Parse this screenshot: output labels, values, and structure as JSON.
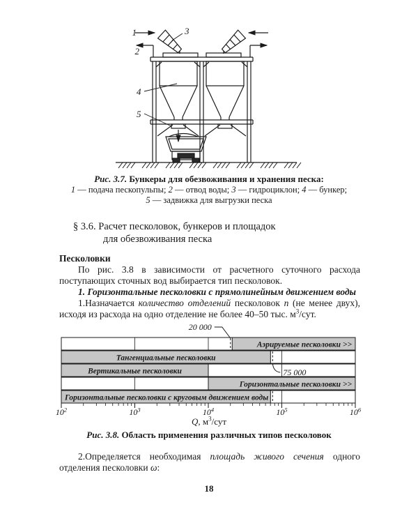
{
  "fig37": {
    "label_1": "1",
    "label_2": "2",
    "label_3": "3",
    "label_4": "4",
    "label_5": "5",
    "caption_ref": "Рис. 3.7.",
    "caption_title": " Бункеры для обезвоживания и хранения песка:",
    "legend1": [
      {
        "num": "1",
        "text": " — подача пескопульпы; "
      },
      {
        "num": "2",
        "text": " — отвод воды; "
      },
      {
        "num": "3",
        "text": " — гидроциклон; "
      },
      {
        "num": "4",
        "text": " — бункер;"
      }
    ],
    "legend2": [
      {
        "num": "5",
        "text": " — задвижка для выгрузки песка"
      }
    ]
  },
  "section": {
    "line1": "§ 3.6. Расчет песколовок, бункеров и площадок",
    "line2": "для обезвоживания песка"
  },
  "body": {
    "subheading": "Песколовки",
    "p1": "По рис. 3.8 в зависимости от расчетного суточного расхода поступающих сточных вод выбирается тип песколовок.",
    "h1_num": "1. ",
    "h1_text": "Горизонтальные песколовки с прямолинейным движением воды",
    "p2_a": "1.Назначается ",
    "p2_i1": "количество отделений",
    "p2_b": " песколовок ",
    "p2_i2": "n",
    "p2_c": " (не менее двух), исходя из расхода на одно отделение не более 40–50 тыс. м",
    "p2_sup": "3",
    "p2_d": "/сут.",
    "p3_a": "2.Определяется необходимая ",
    "p3_i1": "площадь живого сечения",
    "p3_b": " одного отделения песколовки ",
    "p3_i2": "ω",
    "p3_c": ":"
  },
  "fig38": {
    "caption_ref": "Рис. 3.8.",
    "caption_title": " Область применения различных типов песколовок",
    "axis_q": "Q",
    "axis_unit_a": ", м",
    "axis_unit_sup": "3",
    "axis_unit_b": "/сут"
  },
  "chart_data": {
    "type": "bar",
    "orientation": "horizontal-range",
    "title": "Область применения различных типов песколовок",
    "xlabel": "Q, м³/сут",
    "x_scale": "log10",
    "xlim": [
      100,
      1000000
    ],
    "x_tick_values": [
      100,
      1000,
      10000,
      100000,
      1000000
    ],
    "x_tick_exponents": [
      "2",
      "3",
      "4",
      "5",
      "6"
    ],
    "grid_decades": [
      1000,
      10000,
      100000
    ],
    "bar_fill": "#c6c6c6",
    "line_color": "#1a1a1a",
    "rows": [
      {
        "label": "Аэрируемые песколовки >>",
        "start": 20000,
        "end": 1000000,
        "open_ended": true,
        "start_boundary": "dashed",
        "label_align": "right"
      },
      {
        "label": "Тангенциальные песколовки",
        "start": 100,
        "end": 75000,
        "end_boundary": "dashed",
        "label_align": "center"
      },
      {
        "label": "Вертикальные песколовки",
        "start": 100,
        "end": 10000,
        "label_align": "center"
      },
      {
        "label": "Горизонтальные песколовки >>",
        "start": 10000,
        "end": 1000000,
        "open_ended": true,
        "label_align": "right"
      },
      {
        "label": "Горизонтальные песколовки с круговым движением воды",
        "start": 100,
        "end": 75000,
        "end_boundary": "dashed",
        "label_align": "left"
      }
    ],
    "annotations": [
      {
        "text": "20 000",
        "value": 20000,
        "row": 0,
        "position": "above-left"
      },
      {
        "text": "75 000",
        "value": 75000,
        "row": 1,
        "position": "below-right"
      }
    ]
  },
  "page": {
    "number": "18"
  }
}
